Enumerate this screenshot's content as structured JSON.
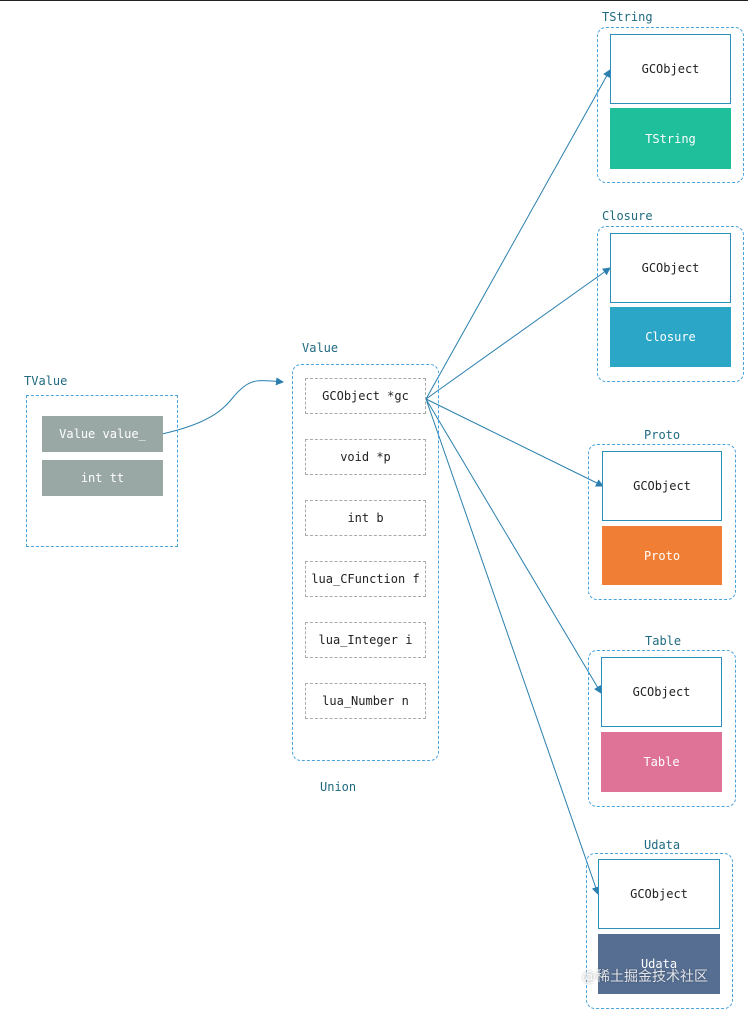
{
  "tvalue": {
    "label": "TValue",
    "fields": [
      "Value value_",
      "int tt"
    ]
  },
  "value": {
    "label": "Value",
    "fields": [
      "GCObject *gc",
      "void *p",
      "int b",
      "lua_CFunction f",
      "lua_Integer i",
      "lua_Number n"
    ],
    "caption": "Union"
  },
  "targets": [
    {
      "label": "TString",
      "gc": "GCObject",
      "name": "TString",
      "color": "#1fbf9c"
    },
    {
      "label": "Closure",
      "gc": "GCObject",
      "name": "Closure",
      "color": "#2ba6c7"
    },
    {
      "label": "Proto",
      "gc": "GCObject",
      "name": "Proto",
      "color": "#f07f35"
    },
    {
      "label": "Table",
      "gc": "GCObject",
      "name": "Table",
      "color": "#de7297"
    },
    {
      "label": "Udata",
      "gc": "GCObject",
      "name": "Udata",
      "color": "#566e92"
    }
  ],
  "colors": {
    "line": "#2a7fae",
    "dash": "#4aa3dc",
    "gray_field": "#9aa8a5"
  },
  "watermark": "@稀土掘金技术社区"
}
